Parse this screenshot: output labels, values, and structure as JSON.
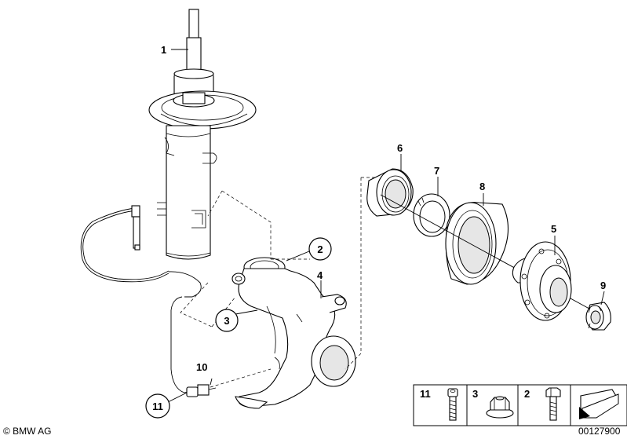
{
  "callouts": {
    "c1": "1",
    "c2": "2",
    "c3": "3",
    "c4": "4",
    "c5": "5",
    "c6": "6",
    "c7": "7",
    "c8": "8",
    "c9": "9",
    "c10": "10",
    "c11": "11"
  },
  "legend": {
    "item_11": "11",
    "item_3": "3",
    "item_2": "2"
  },
  "footer": {
    "copyright": "© BMW AG",
    "drawing_number": "00127900"
  }
}
